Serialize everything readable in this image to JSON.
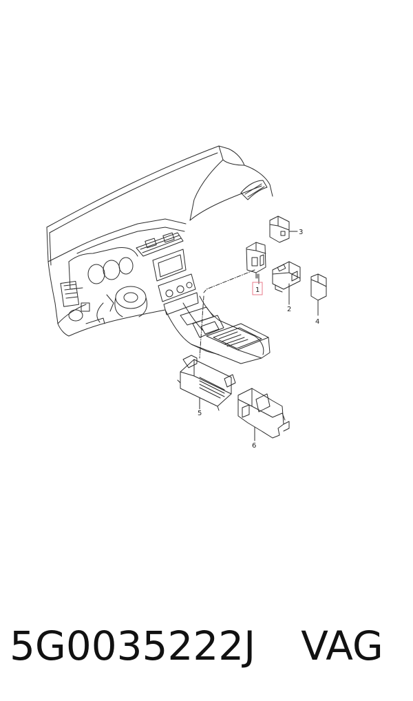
{
  "diagram": {
    "callouts": {
      "c1": "1",
      "c2": "2",
      "c3": "3",
      "c4": "4",
      "c5": "5",
      "c6": "6"
    },
    "highlight_color": "#e87a8a",
    "line_color": "#2a2a2a"
  },
  "footer": {
    "part_number": "5G0035222J",
    "brand": "VAG"
  }
}
